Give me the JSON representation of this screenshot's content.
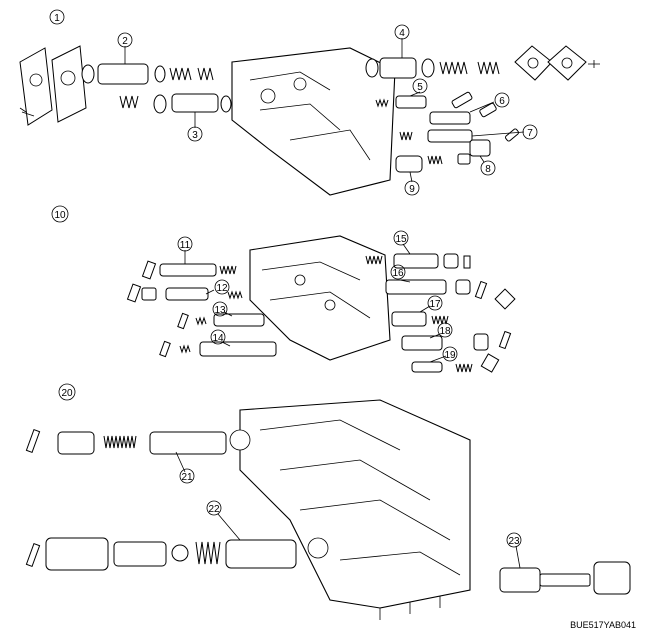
{
  "diagram": {
    "callouts": [
      "1",
      "2",
      "3",
      "4",
      "5",
      "6",
      "7",
      "8",
      "9",
      "10",
      "11",
      "12",
      "13",
      "14",
      "15",
      "16",
      "17",
      "18",
      "19",
      "20",
      "21",
      "22",
      "23"
    ],
    "figure_code": "BUE517YAB041"
  }
}
